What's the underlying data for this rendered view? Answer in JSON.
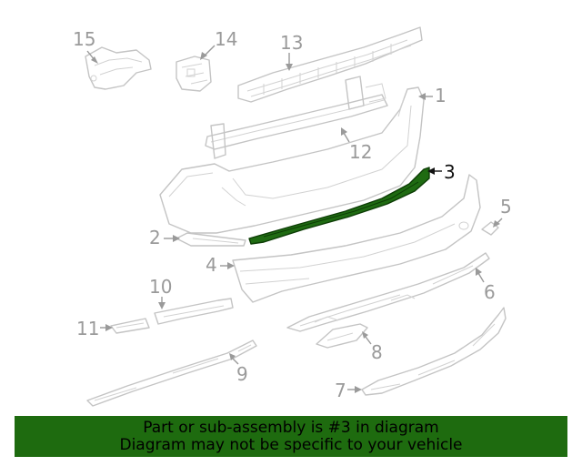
{
  "diagram": {
    "highlight_color": "#1f6b12",
    "callouts": {
      "c1": "1",
      "c2": "2",
      "c3": "3",
      "c4": "4",
      "c5": "5",
      "c6": "6",
      "c7": "7",
      "c8": "8",
      "c9": "9",
      "c10": "10",
      "c11": "11",
      "c12": "12",
      "c13": "13",
      "c14": "14",
      "c15": "15"
    },
    "highlighted_part": "3"
  },
  "banner": {
    "background": "#1e6b0f",
    "line1": "Part or sub-assembly is #3 in diagram",
    "line2": "Diagram may not be specific to your vehicle"
  }
}
